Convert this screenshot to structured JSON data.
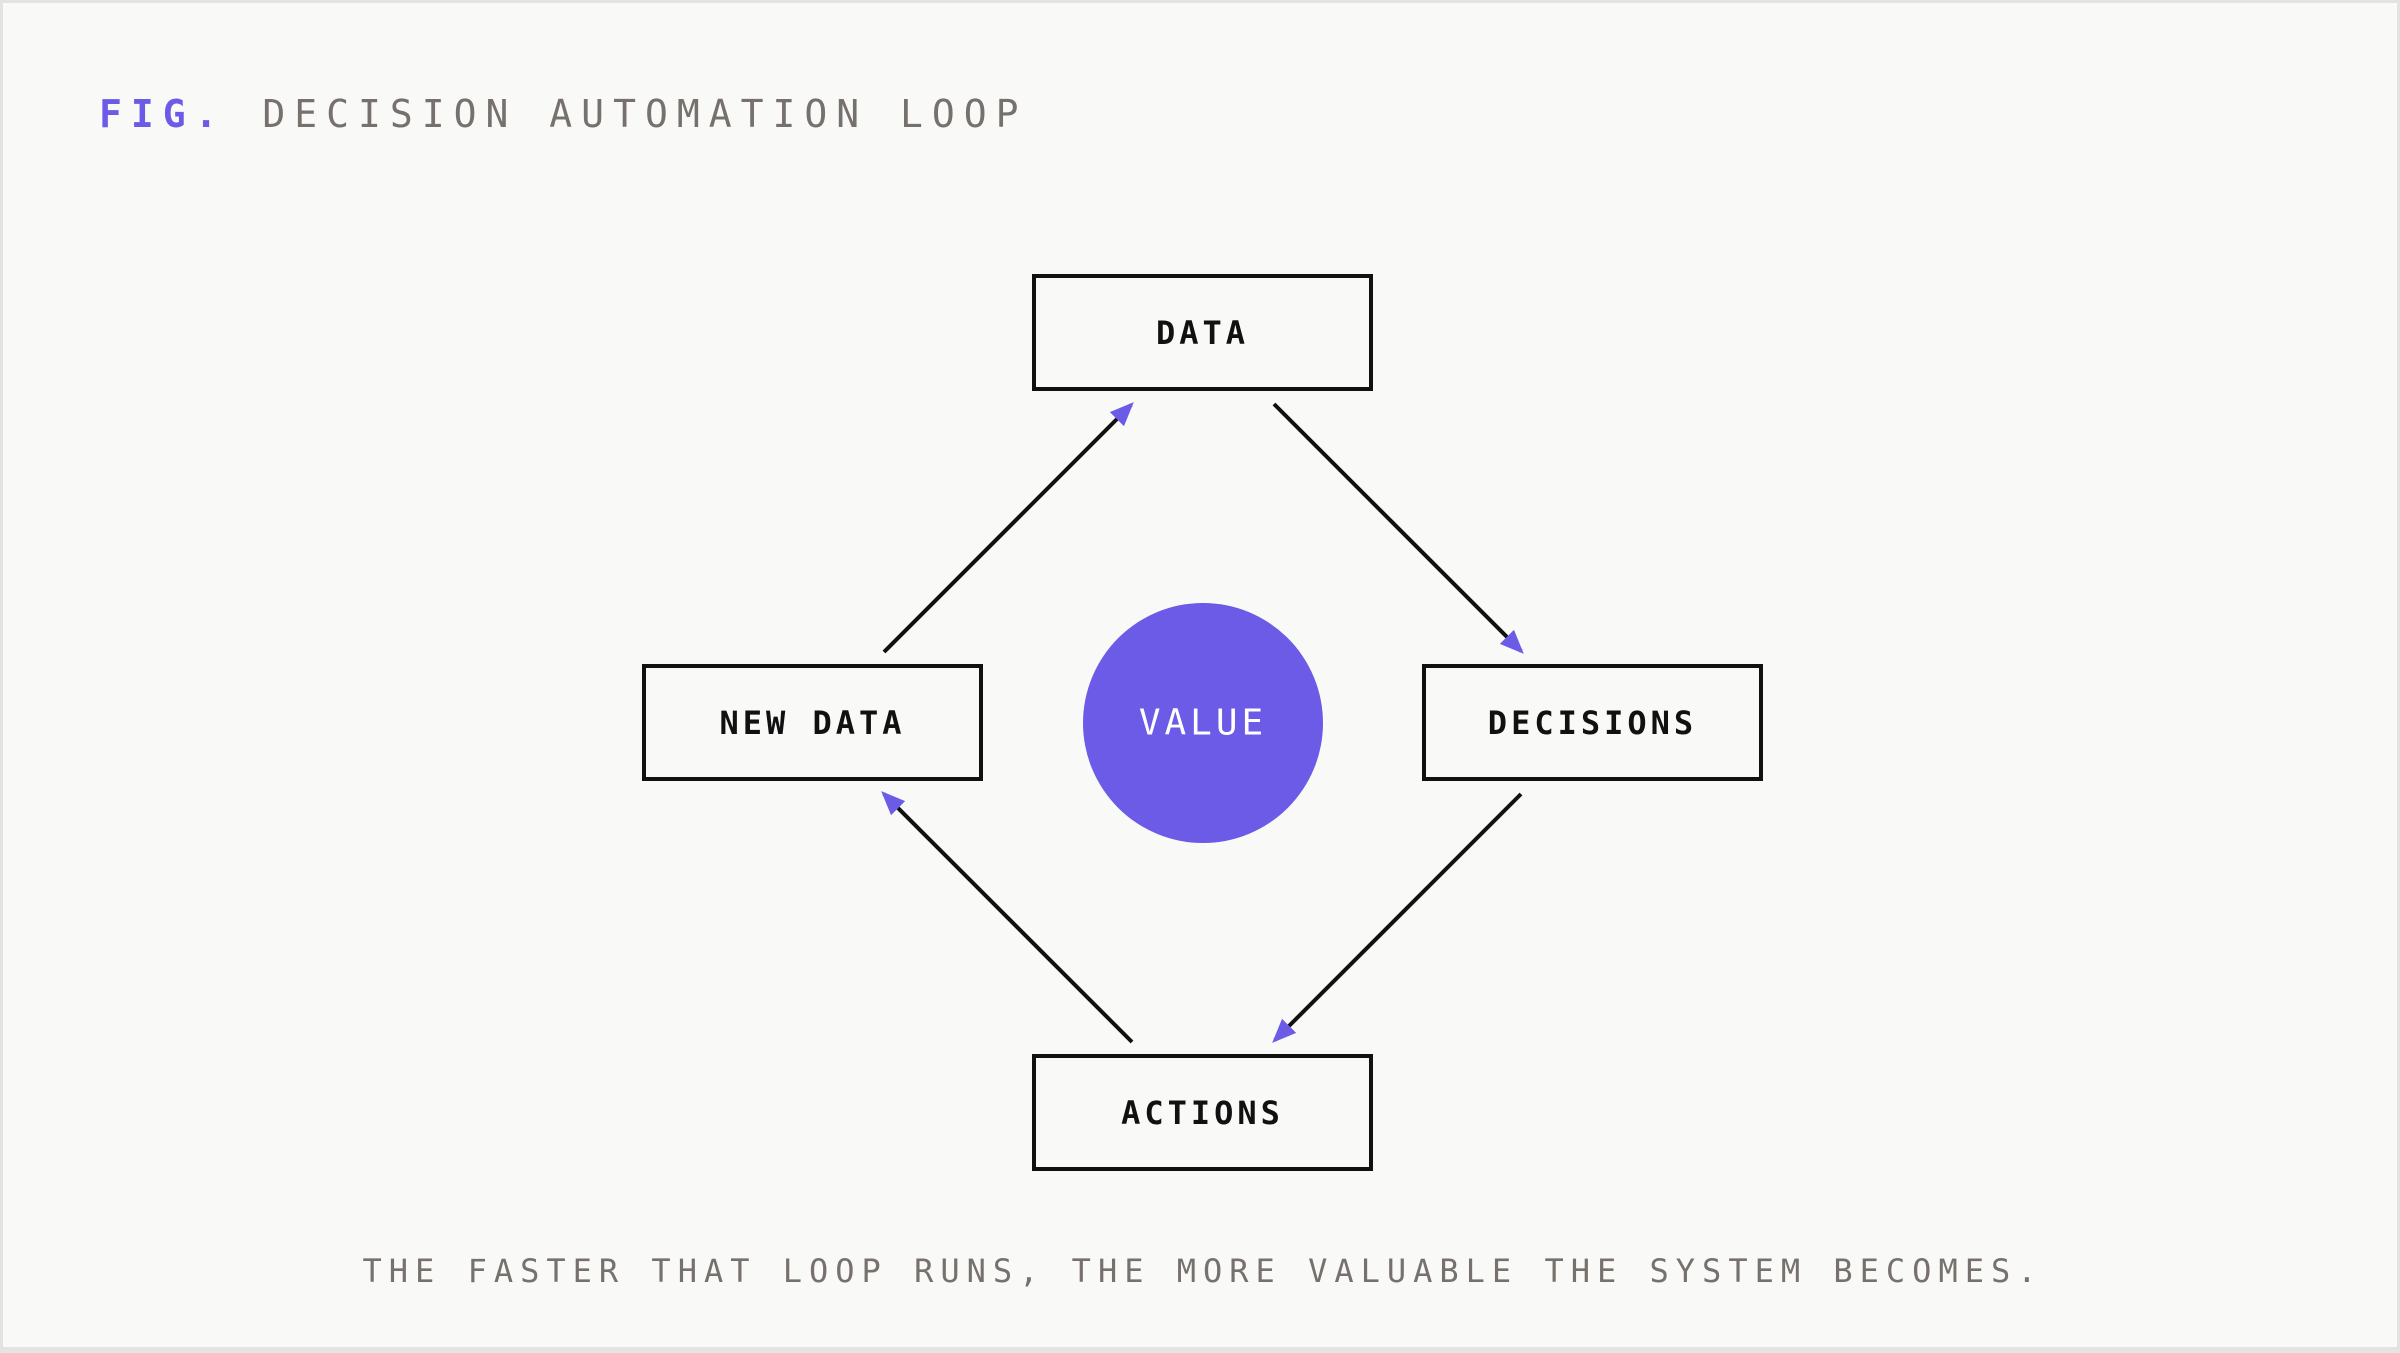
{
  "figure": {
    "prefix": "FIG.",
    "title": "DECISION AUTOMATION LOOP"
  },
  "nodes": {
    "data": "DATA",
    "decisions": "DECISIONS",
    "actions": "ACTIONS",
    "new_data": "NEW DATA"
  },
  "center": {
    "label": "VALUE"
  },
  "edges": [
    {
      "from": "DATA",
      "to": "DECISIONS"
    },
    {
      "from": "DECISIONS",
      "to": "ACTIONS"
    },
    {
      "from": "ACTIONS",
      "to": "NEW DATA"
    },
    {
      "from": "NEW DATA",
      "to": "DATA"
    }
  ],
  "caption": "THE FASTER THAT LOOP RUNS, THE MORE VALUABLE THE SYSTEM BECOMES.",
  "colors": {
    "accent": "#6b5be6",
    "text_muted": "#76716d",
    "stroke": "#111111",
    "background": "#f9f9f7"
  }
}
